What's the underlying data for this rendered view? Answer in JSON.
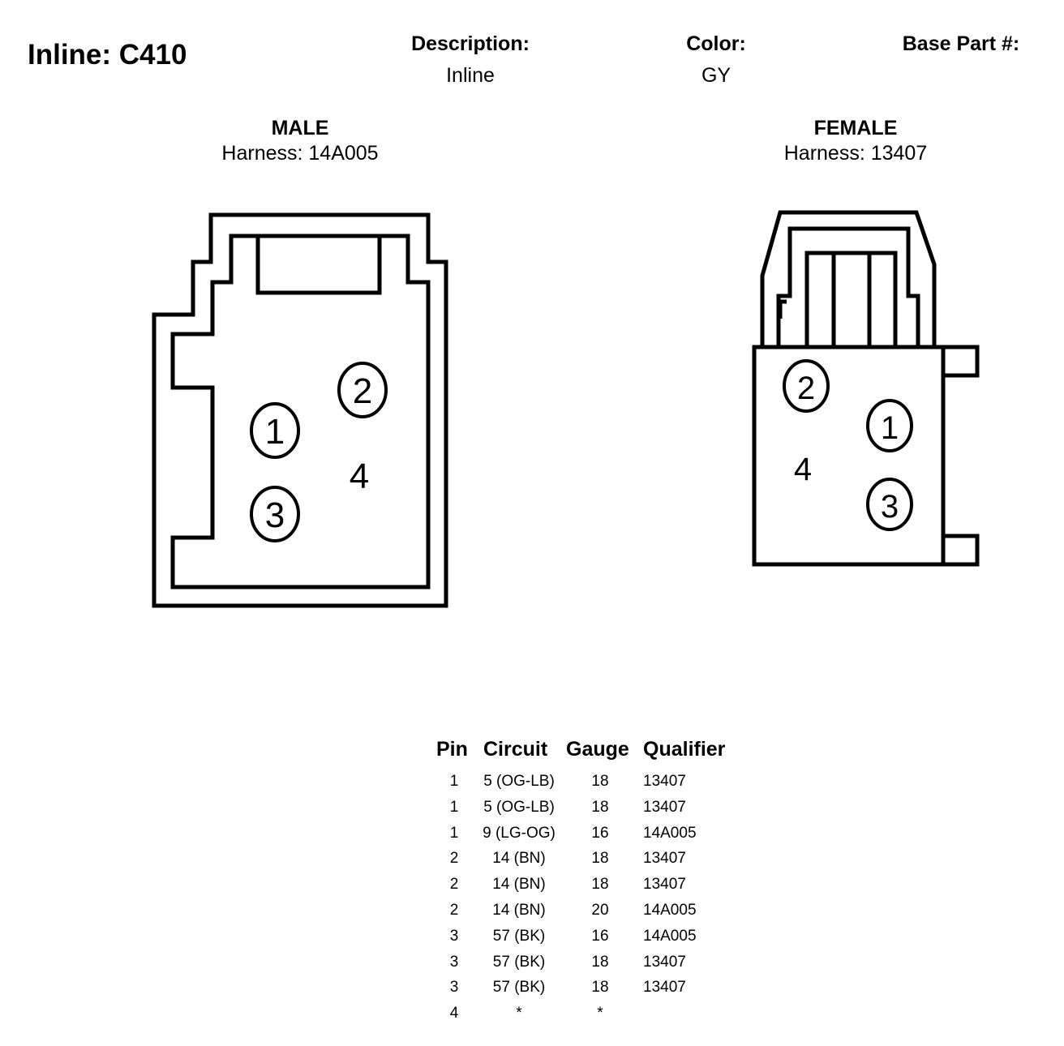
{
  "header": {
    "title": "Inline: C410",
    "description_label": "Description:",
    "description_value": "Inline",
    "color_label": "Color:",
    "color_value": "GY",
    "base_part_label": "Base Part #:"
  },
  "male": {
    "label": "MALE",
    "harness": "Harness: 14A005",
    "pins": [
      "1",
      "2",
      "3",
      "4"
    ]
  },
  "female": {
    "label": "FEMALE",
    "harness": "Harness: 13407",
    "pins": [
      "2",
      "1",
      "4",
      "3"
    ]
  },
  "pin_table": {
    "headers": [
      "Pin",
      "Circuit",
      "Gauge",
      "Qualifier"
    ],
    "rows": [
      [
        "1",
        "5 (OG-LB)",
        "18",
        "13407"
      ],
      [
        "1",
        "5 (OG-LB)",
        "18",
        "13407"
      ],
      [
        "1",
        "9 (LG-OG)",
        "16",
        "14A005"
      ],
      [
        "2",
        "14 (BN)",
        "18",
        "13407"
      ],
      [
        "2",
        "14 (BN)",
        "18",
        "13407"
      ],
      [
        "2",
        "14 (BN)",
        "20",
        "14A005"
      ],
      [
        "3",
        "57 (BK)",
        "16",
        "14A005"
      ],
      [
        "3",
        "57 (BK)",
        "18",
        "13407"
      ],
      [
        "3",
        "57 (BK)",
        "18",
        "13407"
      ],
      [
        "4",
        "*",
        "*",
        ""
      ]
    ]
  }
}
